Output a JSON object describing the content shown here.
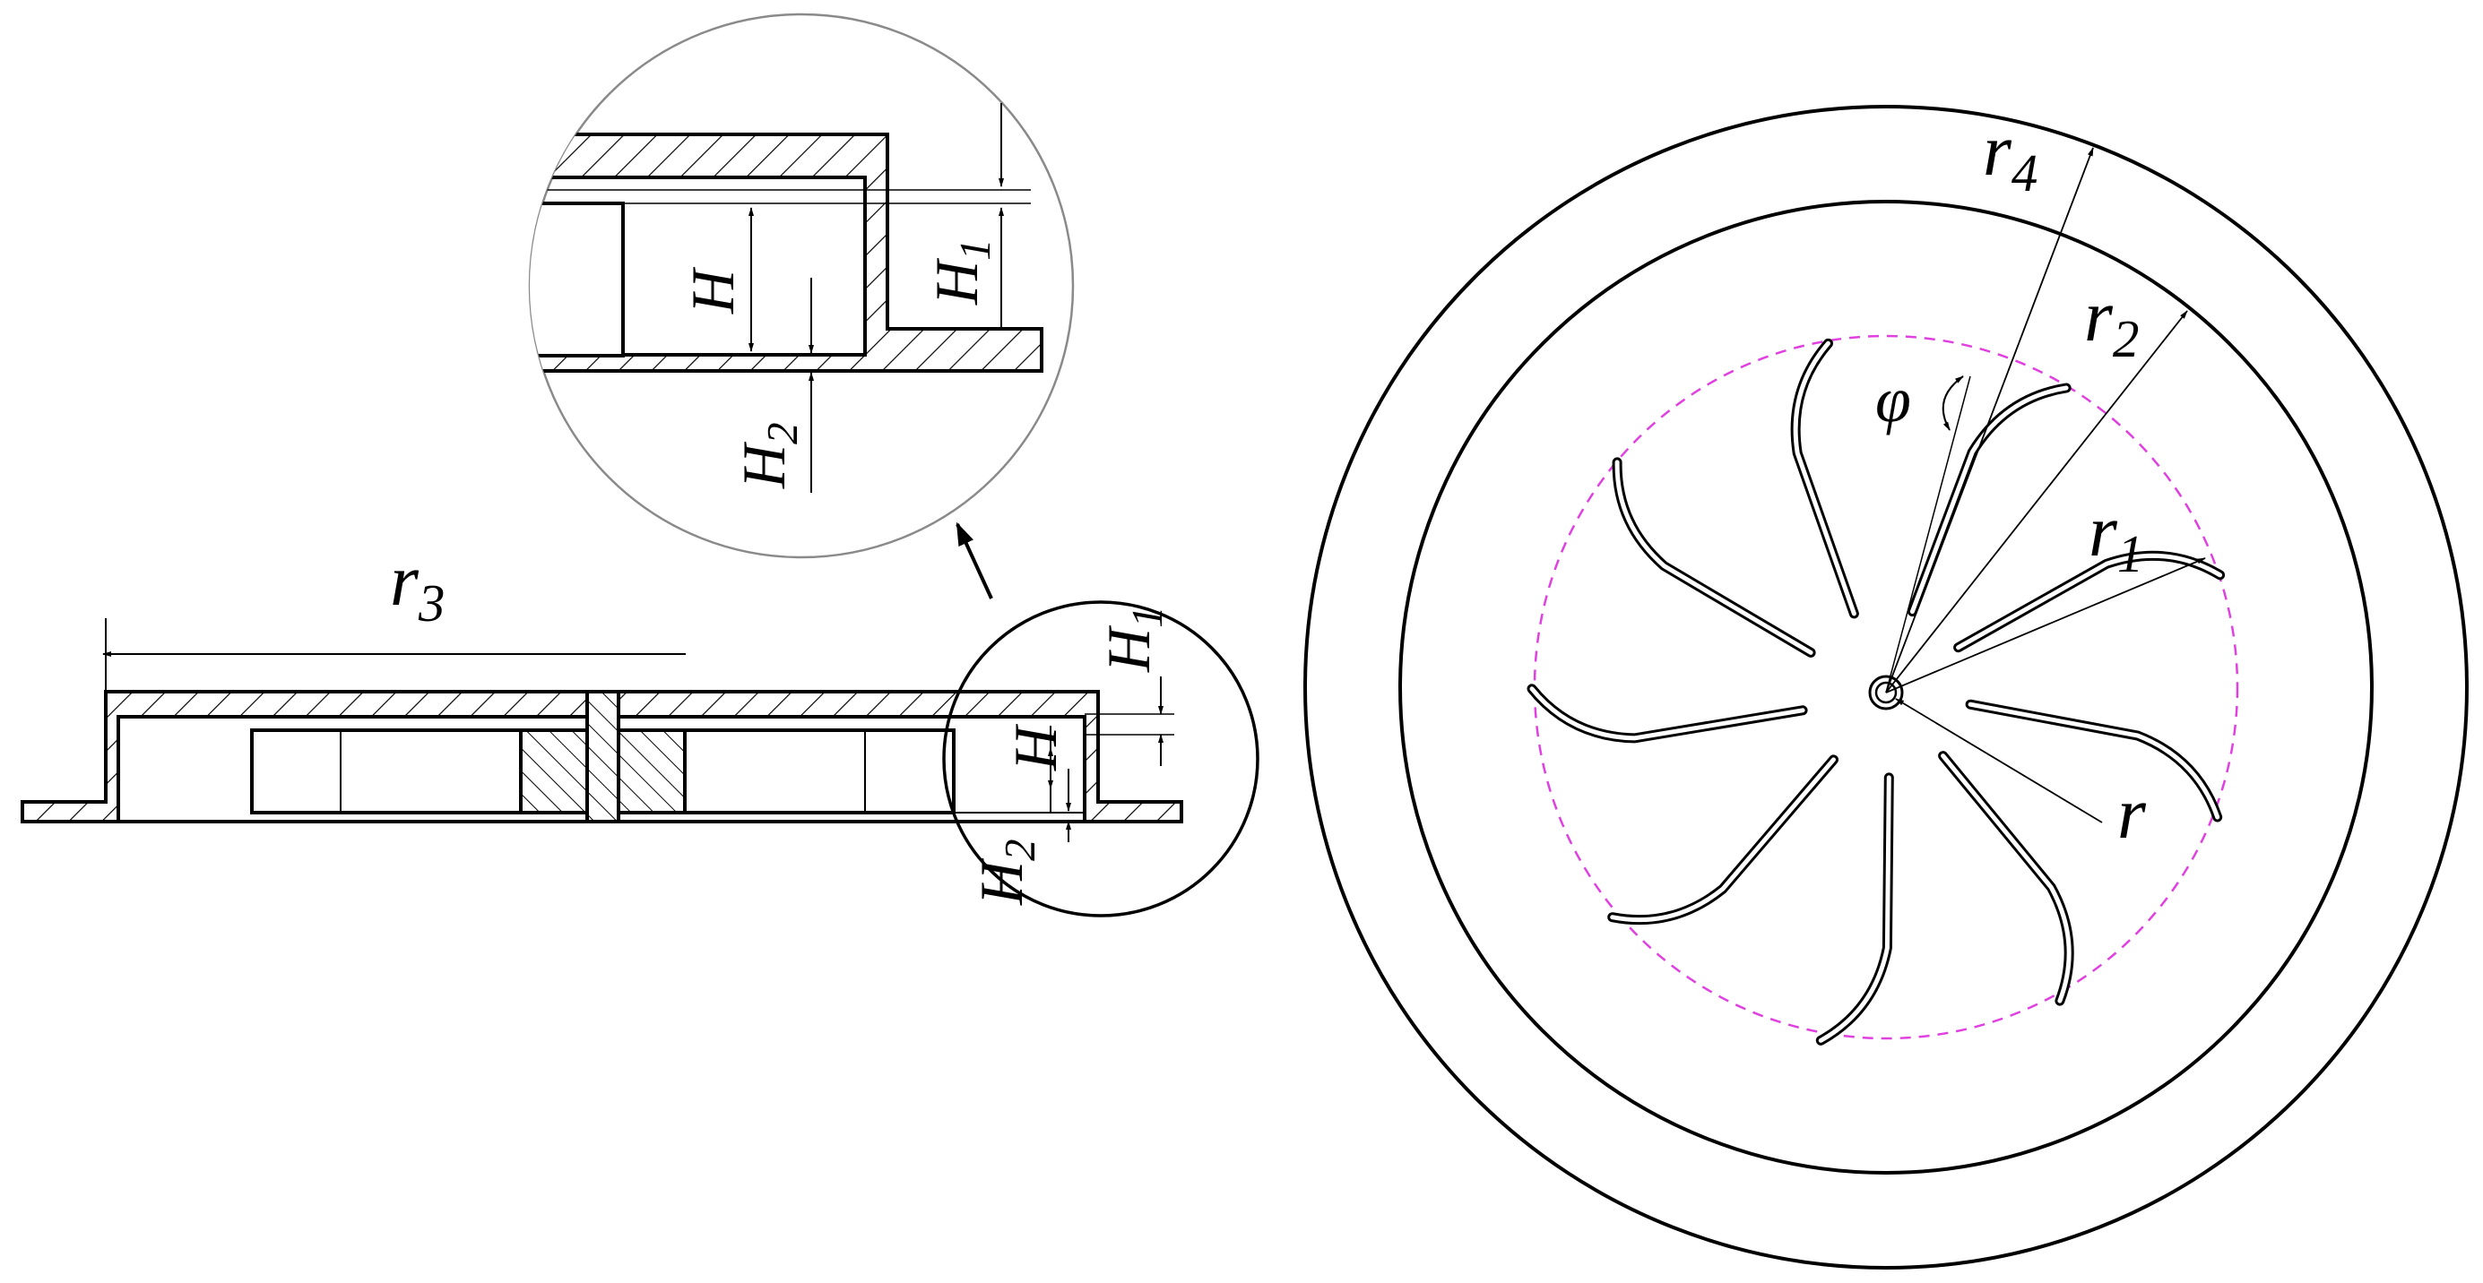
{
  "labels": {
    "r": "r",
    "r1": "1",
    "r2": "2",
    "r3": "3",
    "r4": "4",
    "phi": "φ",
    "H": "H",
    "H1": "H",
    "H1_sub": "1",
    "H2": "H",
    "H2_sub": "2"
  },
  "colors": {
    "stroke": "#000000",
    "thin": "#555555",
    "dashed_circle": "#e040e0",
    "magnifier": "#8a8a8a"
  },
  "impeller": {
    "blade_count": 9
  }
}
